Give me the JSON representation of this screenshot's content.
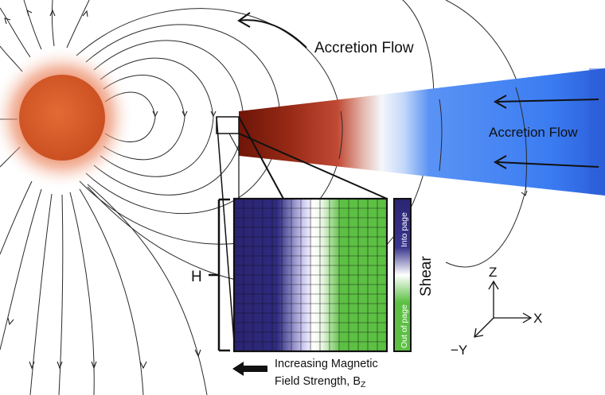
{
  "labels": {
    "accretion_flow_top": "Accretion Flow",
    "accretion_flow_disk": "Accretion Flow",
    "height": "H",
    "shear": "Shear",
    "into_page": "Into page",
    "out_of_page": "Out of page",
    "field_strength_line1": "Increasing Magnetic",
    "field_strength_line2_prefix": "Field Strength, B",
    "field_strength_subscript": "Z",
    "axis_z": "Z",
    "axis_x": "X",
    "axis_neg_y": "−Y"
  },
  "colors": {
    "star_core": "#d35a25",
    "star_glow": "#e9764a",
    "disk_inner": "#6e1508",
    "disk_mid": "#b83a22",
    "disk_white": "#f4f7fb",
    "disk_blue": "#3b7cf2",
    "disk_blue_dark": "#2b64e0",
    "shear_into": "#2a2472",
    "shear_white": "#ffffff",
    "shear_out": "#5cc043",
    "field_line": "#222222"
  },
  "icons": {
    "field_direction_arrow": "left-arrow-icon",
    "flow_arrows": "arrow-icon"
  }
}
